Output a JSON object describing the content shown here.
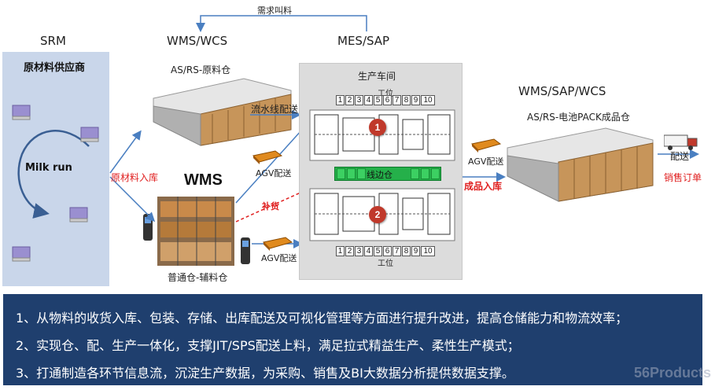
{
  "top_flow": {
    "label": "需求叫料"
  },
  "headers": {
    "srm": "SRM",
    "wms_wcs": "WMS/WCS",
    "mes_sap": "MES/SAP",
    "wms_sap_wcs": "WMS/SAP/WCS"
  },
  "srm_panel": {
    "title": "原材料供应商",
    "center_label": "Milk run"
  },
  "raw_warehouse": {
    "label": "AS/RS-原料仓"
  },
  "general_warehouse": {
    "label": "普通仓-辅料仓"
  },
  "wms_big": "WMS",
  "workshop": {
    "title": "生产车间",
    "station_top": "工位",
    "station_bottom": "工位",
    "station_numbers": [
      "1",
      "2",
      "3",
      "4",
      "5",
      "6",
      "7",
      "8",
      "9",
      "10"
    ],
    "line_side_label": "线边仓",
    "line_1": "1",
    "line_2": "2"
  },
  "finished_warehouse": {
    "label": "AS/RS-电池PACK成品仓"
  },
  "flows": {
    "raw_in": "原材料入库",
    "conveyor": "流水线配送",
    "agv_1": "AGV配送",
    "agv_2": "AGV配送",
    "agv_3": "AGV配送",
    "replenish": "补货",
    "finished_in": "成品入库",
    "delivery": "配送",
    "sales_order": "销售订单"
  },
  "bottom_points": [
    "1、从物料的收货入库、包装、存储、出库配送及可视化管理等方面进行提升改进，提高仓储能力和物流效率；",
    "2、实现仓、配、生产一体化，支撑JIT/SPS配送上料，满足拉式精益生产、柔性生产模式；",
    "3、打通制造各环节信息流，沉淀生产数据，为采购、销售及BI大数据分析提供数据支撑。"
  ],
  "watermark": "56Products",
  "colors": {
    "srm_panel": "#c9d6ea",
    "bottom_panel": "#1f3f6e",
    "accent_red": "#e02020",
    "arrow_blue": "#4a7fc1",
    "line_side_green": "#25b04a"
  }
}
